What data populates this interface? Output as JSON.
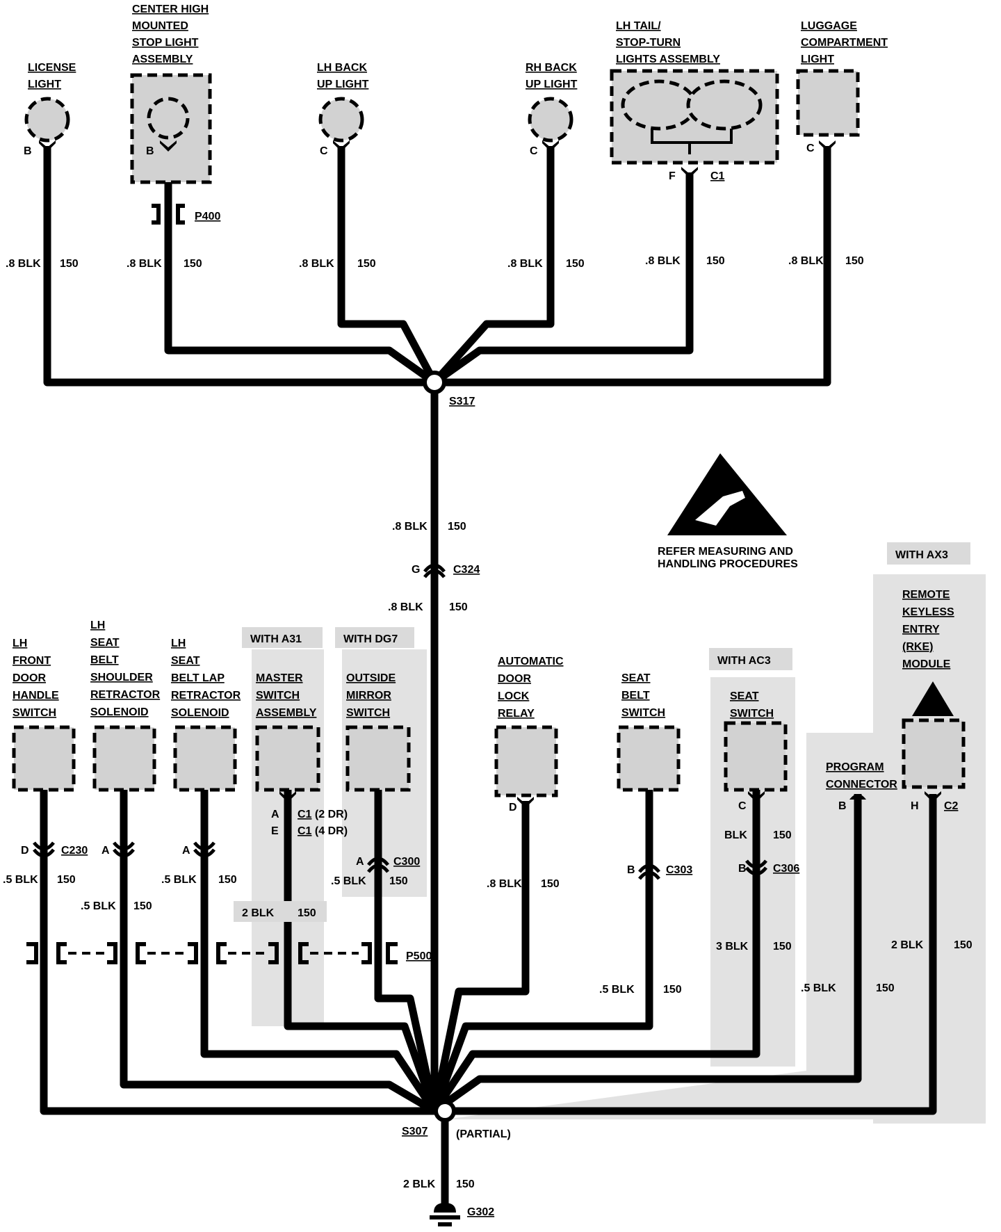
{
  "components": {
    "license_light": [
      "LICENSE",
      "LIGHT"
    ],
    "chmsl": [
      "CENTER HIGH",
      "MOUNTED",
      "STOP LIGHT",
      "ASSEMBLY"
    ],
    "lh_backup": [
      "LH BACK",
      "UP LIGHT"
    ],
    "rh_backup": [
      "RH BACK",
      "UP LIGHT"
    ],
    "lh_tail": [
      "LH TAIL/",
      "STOP-TURN",
      "LIGHTS ASSEMBLY"
    ],
    "luggage": [
      "LUGGAGE",
      "COMPARTMENT",
      "LIGHT"
    ],
    "lh_front_door": [
      "LH",
      "FRONT",
      "DOOR",
      "HANDLE",
      "SWITCH"
    ],
    "lh_seat_shoulder": [
      "LH",
      "SEAT",
      "BELT",
      "SHOULDER",
      "RETRACTOR",
      "SOLENOID"
    ],
    "lh_seat_lap": [
      "LH",
      "SEAT",
      "BELT LAP",
      "RETRACTOR",
      "SOLENOID"
    ],
    "master_switch": [
      "MASTER",
      "SWITCH",
      "ASSEMBLY"
    ],
    "outside_mirror": [
      "OUTSIDE",
      "MIRROR",
      "SWITCH"
    ],
    "auto_door_lock": [
      "AUTOMATIC",
      "DOOR",
      "LOCK",
      "RELAY"
    ],
    "seat_belt_switch": [
      "SEAT",
      "BELT",
      "SWITCH"
    ],
    "seat_switch": [
      "SEAT",
      "SWITCH"
    ],
    "rke": [
      "REMOTE",
      "KEYLESS",
      "ENTRY",
      "(RKE)",
      "MODULE"
    ],
    "program_connector": [
      "PROGRAM",
      "CONNECTOR"
    ]
  },
  "options": {
    "a31": "WITH A31",
    "dg7": "WITH DG7",
    "ac3": "WITH AC3",
    "ax3": "WITH AX3"
  },
  "connectors": {
    "p400": "P400",
    "c1": "C1",
    "c1_2dr": "C1",
    "c1_2dr_note": "(2 DR)",
    "c1_4dr": "C1",
    "c1_4dr_note": "(4 DR)",
    "c324": "C324",
    "c230": "C230",
    "c300": "C300",
    "c303": "C303",
    "c306": "C306",
    "c2": "C2",
    "p500": "P500"
  },
  "pins": {
    "b": "B",
    "c": "C",
    "f": "F",
    "g": "G",
    "d": "D",
    "a": "A",
    "e": "E",
    "h": "H"
  },
  "splices": {
    "s317": "S317",
    "s307": "S307",
    "partial": "(PARTIAL)"
  },
  "ground": "G302",
  "wires": {
    "w08": ".8 BLK",
    "w05": ".5 BLK",
    "w2": "2 BLK",
    "w3": "3 BLK",
    "wblk": "BLK",
    "c150": "150"
  },
  "esd_note": [
    "REFER MEASURING AND",
    "HANDLING PROCEDURES"
  ]
}
